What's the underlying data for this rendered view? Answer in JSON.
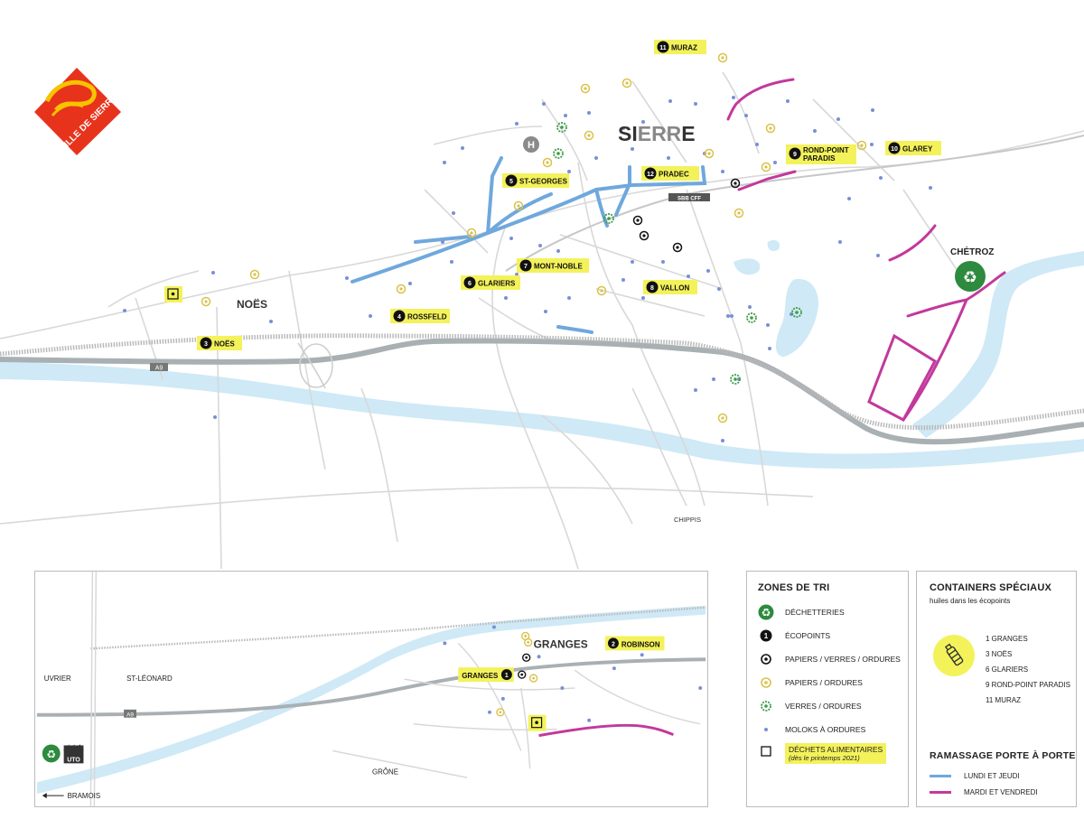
{
  "logo": {
    "text": "VILLE DE SIERRE"
  },
  "main_map": {
    "town_title": {
      "si": "SI",
      "err": "ERR",
      "e": "E"
    },
    "noes_title": "NOËS",
    "chetroz_title": "CHÉTROZ",
    "chippis": "CHIPPIS",
    "a9": "A9",
    "sbb": "SBB CFF",
    "hospital": "H",
    "ecopoints": [
      {
        "num": "3",
        "name": "NOËS"
      },
      {
        "num": "4",
        "name": "ROSSFELD"
      },
      {
        "num": "5",
        "name": "ST-GEORGES"
      },
      {
        "num": "6",
        "name": "GLARIERS"
      },
      {
        "num": "7",
        "name": "MONT-NOBLE"
      },
      {
        "num": "8",
        "name": "VALLON"
      },
      {
        "num": "9",
        "name": "ROND-POINT PARADIS"
      },
      {
        "num": "10",
        "name": "GLAREY"
      },
      {
        "num": "11",
        "name": "MURAZ"
      },
      {
        "num": "12",
        "name": "PRADEC"
      }
    ],
    "rond_point_line1": "ROND-POINT",
    "rond_point_line2": "PARADIS"
  },
  "inset_map": {
    "granges_title": "GRANGES",
    "granges_label": "GRANGES",
    "granges_num": "1",
    "robinson_num": "2",
    "robinson_label": "ROBINSON",
    "uvrier": "UVRIER",
    "st_leonard": "ST-LÉONARD",
    "grone": "GRÔNE",
    "bramois": "BRAMOIS",
    "a9": "A9",
    "uto": "UTO"
  },
  "legend": {
    "title": "ZONES DE TRI",
    "items": [
      {
        "label": "DÉCHETTERIES",
        "icon": "recycle-icon"
      },
      {
        "label": "ÉCOPOINTS",
        "icon": "ecopoint-icon",
        "num": "1"
      },
      {
        "label": "PAPIERS / VERRES / ORDURES",
        "icon": "ring-black-icon"
      },
      {
        "label": "PAPIERS / ORDURES",
        "icon": "ring-yellow-icon"
      },
      {
        "label": "VERRES / ORDURES",
        "icon": "ring-green-icon"
      },
      {
        "label": "MOLOKS À ORDURES",
        "icon": "blue-dot-icon"
      },
      {
        "label": "DÉCHETS ALIMENTAIRES",
        "sub": "(dès le printemps 2021)",
        "icon": "food-square-icon"
      }
    ]
  },
  "special": {
    "title": "CONTAINERS SPÉCIAUX",
    "subtitle": "huiles dans les écopoints",
    "items": [
      "1 GRANGES",
      "3 NOËS",
      "6 GLARIERS",
      "9 ROND-POINT PARADIS",
      "11 MURAZ"
    ],
    "ramassage_title": "RAMASSAGE PORTE À PORTE",
    "routes": [
      {
        "label": "LUNDI ET JEUDI",
        "color": "#6fa8dc"
      },
      {
        "label": "MARDI ET VENDREDI",
        "color": "#c2399c"
      }
    ]
  },
  "colors": {
    "river": "#cfe9f6",
    "road": "#d6d6d6",
    "rail": "#b9b9b9",
    "highlight": "#f3f25a",
    "route_blue": "#6fa8dc",
    "route_magenta": "#c2399c",
    "green": "#2d8a3e",
    "yellow_ring": "#d9c24a",
    "dot_blue": "#7b8fd6",
    "logo_red": "#e8331c",
    "logo_yellow": "#f6c300"
  }
}
